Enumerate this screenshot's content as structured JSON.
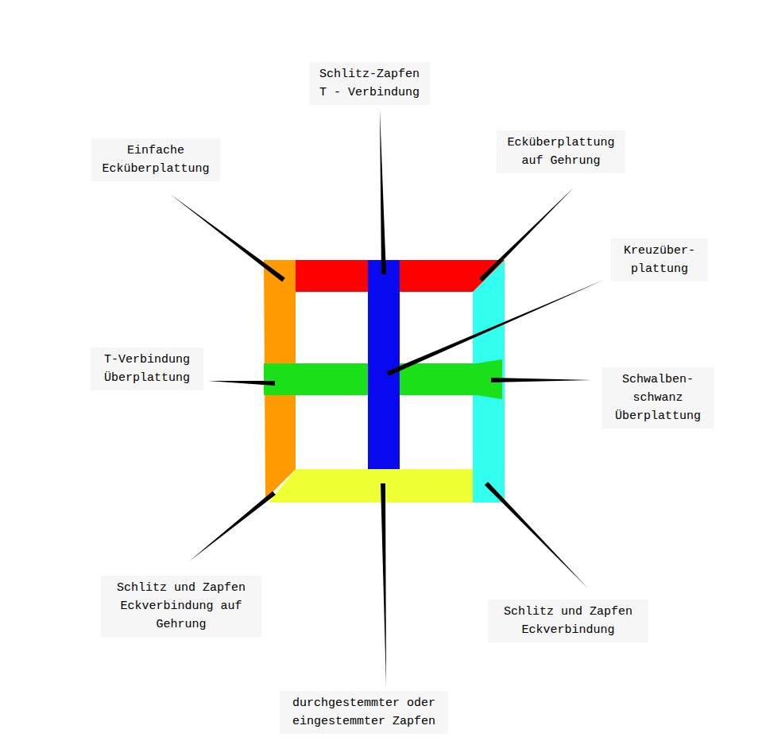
{
  "diagram": {
    "labels": [
      "Schlitz-Zapfen T - Verbindung",
      "Einfache Ecküberplattung",
      "Ecküberplattung auf Gehrung",
      "Kreuzüber- plattung",
      "T-Verbindung Überplattung",
      "Schwalben- schwanz Überplattung",
      "Schlitz und Zapfen Eckverbindung auf Gehrung",
      "Schlitz und Zapfen Eckverbindung",
      "durchgestemmter oder eingestemmter Zapfen"
    ]
  }
}
